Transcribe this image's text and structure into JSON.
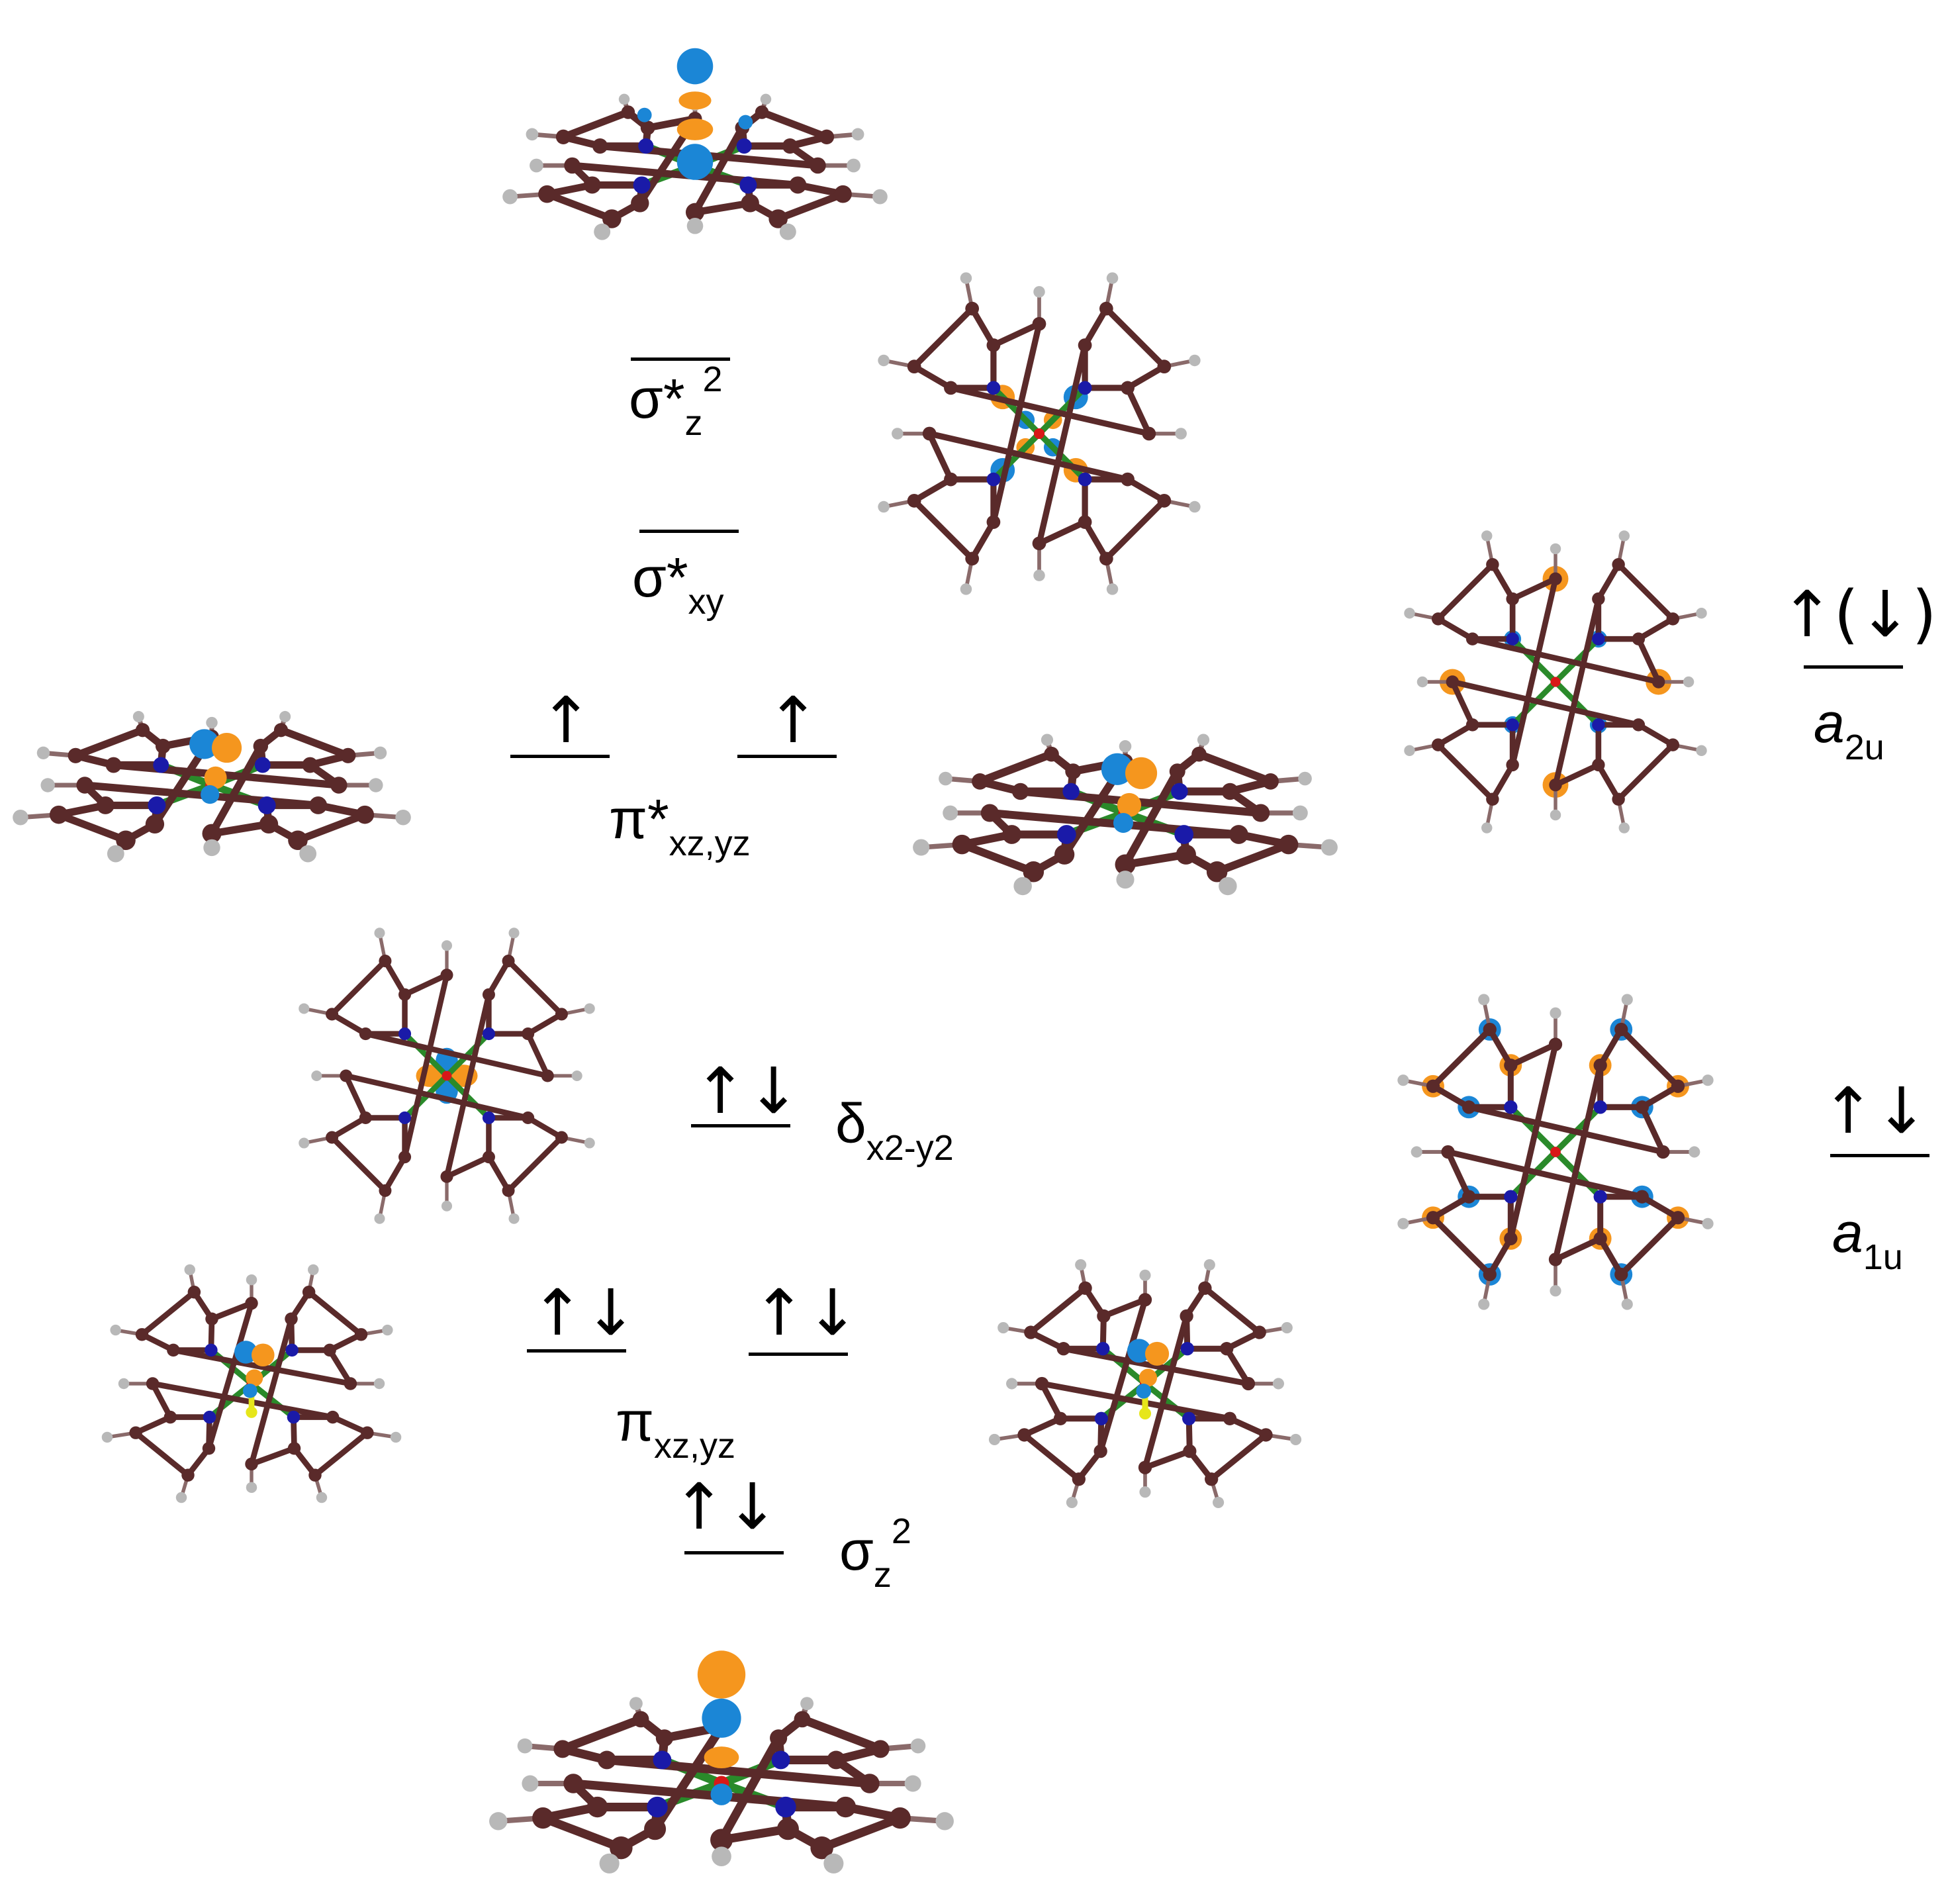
{
  "levels": {
    "sigma_star_z2": {
      "base": "σ*",
      "sub": "z",
      "sup": "2",
      "spin": ""
    },
    "sigma_star_xy": {
      "base": "σ*",
      "sub": "xy",
      "spin": ""
    },
    "pi_star_a": {
      "spin": "↑"
    },
    "pi_star_b": {
      "spin": "↑"
    },
    "pi_star_label": {
      "base": "π*",
      "sub": "xz,yz"
    },
    "delta": {
      "base": "δ",
      "sub": "x2-y2",
      "spin": "↑↓"
    },
    "pi_a": {
      "spin": "↑↓"
    },
    "pi_b": {
      "spin": "↑↓"
    },
    "pi_label": {
      "base": "π",
      "sub": "xz,yz"
    },
    "sigma_z2": {
      "base": "σ",
      "sub": "z",
      "sup": "2",
      "spin": "↑↓"
    },
    "a2u": {
      "base": "a",
      "sub": "2u",
      "spin": "↑(↓)"
    },
    "a1u": {
      "base": "a",
      "sub": "1u",
      "spin": "↑↓"
    }
  },
  "molecules": [
    {
      "id": "sigma-star-z2",
      "view": "side",
      "lobe": "axial"
    },
    {
      "id": "sigma-star-xy",
      "view": "top",
      "lobe": "in-plane"
    },
    {
      "id": "pi-star-left",
      "view": "side",
      "lobe": "pi"
    },
    {
      "id": "pi-star-right",
      "view": "side",
      "lobe": "pi"
    },
    {
      "id": "a2u",
      "view": "top",
      "lobe": "meso"
    },
    {
      "id": "delta",
      "view": "top",
      "lobe": "d"
    },
    {
      "id": "a1u",
      "view": "top",
      "lobe": "alpha"
    },
    {
      "id": "pi-left",
      "view": "tilted",
      "lobe": "pi"
    },
    {
      "id": "pi-right",
      "view": "tilted",
      "lobe": "pi"
    },
    {
      "id": "sigma-z2",
      "view": "side",
      "lobe": "axial"
    }
  ],
  "colors": {
    "carbon": "#5a2a2a",
    "hydrogen": "#b8b8b8",
    "nitrogen": "#1a1aa8",
    "metal": "#d81818",
    "sulfur": "#e6e61a",
    "lobe_blue": "#1b86d6",
    "lobe_orange": "#f5961e",
    "bond_green": "#2a8a2a"
  }
}
